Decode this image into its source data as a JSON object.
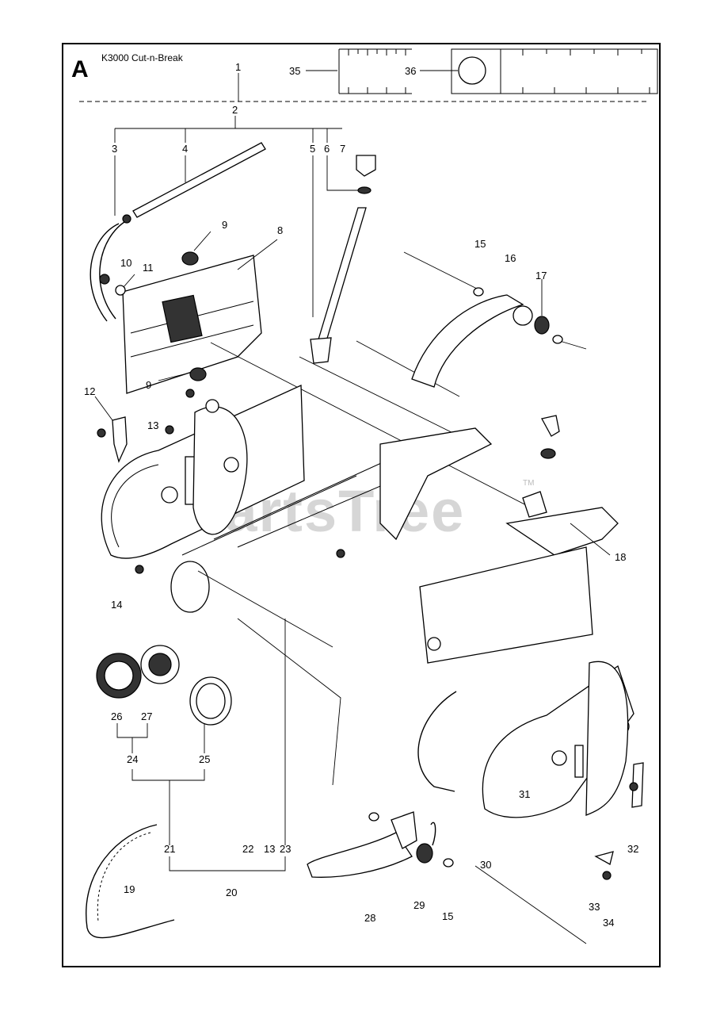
{
  "diagram": {
    "section_letter": "A",
    "model_title": "K3000 Cut-n-Break",
    "watermark": "PartsTree",
    "watermark_tm": "TM",
    "labels": {
      "p1": "1",
      "p2": "2",
      "p3": "3",
      "p4": "4",
      "p5": "5",
      "p6": "6",
      "p7": "7",
      "p8": "8",
      "p9a": "9",
      "p9b": "9",
      "p10": "10",
      "p11": "11",
      "p12": "12",
      "p13a": "13",
      "p13b": "13",
      "p14": "14",
      "p15a": "15",
      "p15b": "15",
      "p16": "16",
      "p17": "17",
      "p18": "18",
      "p19": "19",
      "p20": "20",
      "p21": "21",
      "p22": "22",
      "p23": "23",
      "p24": "24",
      "p25": "25",
      "p26": "26",
      "p27": "27",
      "p28": "28",
      "p29": "29",
      "p30": "30",
      "p31": "31",
      "p32": "32",
      "p33": "33",
      "p34": "34",
      "p35": "35",
      "p36": "36"
    }
  }
}
